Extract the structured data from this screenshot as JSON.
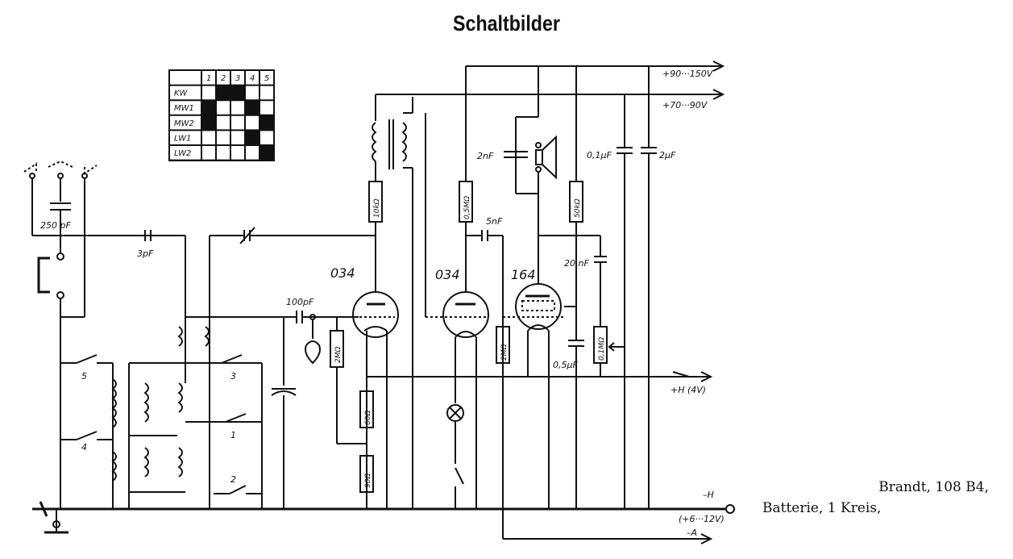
{
  "title": "Schaltbilder",
  "caption": {
    "line1": "Brandt, 108 B4,",
    "line2": "Batterie, 1 Kreis,"
  },
  "switch_table": {
    "columns": [
      "1",
      "2",
      "3",
      "4",
      "5"
    ],
    "rows": [
      {
        "label": "KW",
        "closed": [
          false,
          true,
          true,
          false,
          false
        ]
      },
      {
        "label": "MW1",
        "closed": [
          true,
          false,
          false,
          true,
          false
        ]
      },
      {
        "label": "MW2",
        "closed": [
          true,
          false,
          false,
          false,
          true
        ]
      },
      {
        "label": "LW1",
        "closed": [
          false,
          false,
          false,
          true,
          false
        ]
      },
      {
        "label": "LW2",
        "closed": [
          false,
          false,
          false,
          false,
          true
        ]
      }
    ]
  },
  "tubes": {
    "v1": "034",
    "v2": "034",
    "v3": "164"
  },
  "components": {
    "c_antenna": "250 pF",
    "c_coupling": "3pF",
    "c_grid": "100pF",
    "c_inter": "5nF",
    "c_spk": "2nF",
    "c_dec1": "0,1µF",
    "c_dec2": "2µF",
    "c_fb": "20 nF",
    "c_cath": "0,5µF",
    "r_plate": "10kΩ",
    "r_load": "0,5MΩ",
    "r_out": "50kΩ",
    "r_grid1": "2MΩ",
    "r_grid2": "2MΩ",
    "r_vol": "0,1MΩ",
    "r_bias1": "60Ω",
    "r_bias2": "90Ω"
  },
  "switch_labels": {
    "s1": "1",
    "s2": "2",
    "s3": "3",
    "s4": "4",
    "s5": "5"
  },
  "rails": {
    "hv1": "+90···150V",
    "hv2": "+70···90V",
    "heat_pos": "+H (4V)",
    "heat_neg": "–H",
    "supply": "(+6···12V)",
    "anode_neg": "–A"
  }
}
